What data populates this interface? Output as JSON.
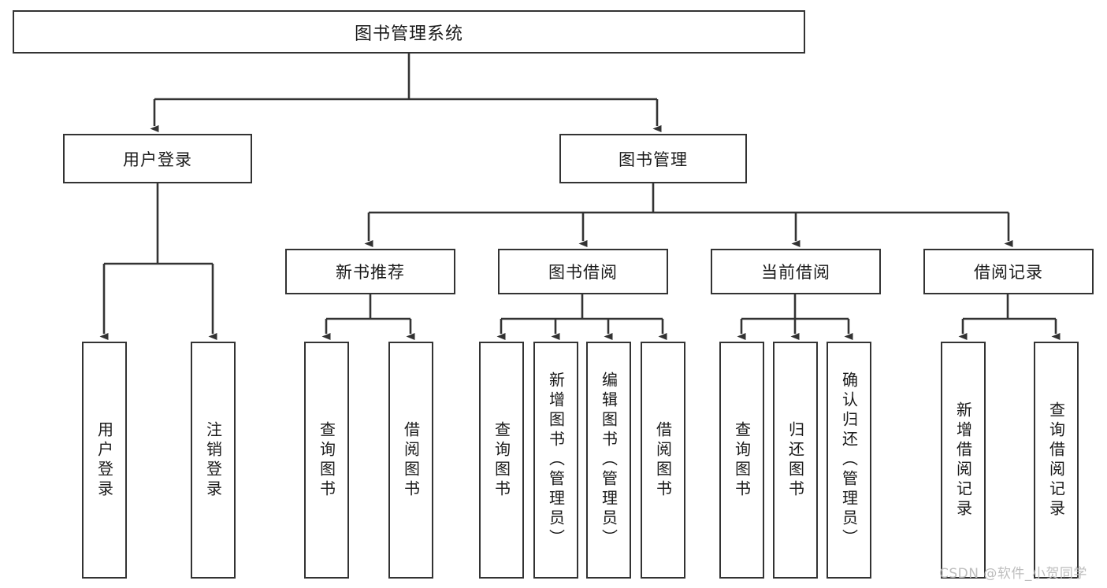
{
  "diagram": {
    "type": "tree",
    "title": "图书管理系统",
    "orientation": "top-down",
    "edge_color": "#333333",
    "box_border_color": "#333333",
    "box_fill_color": "#ffffff",
    "background_color": "#ffffff"
  },
  "nodes": {
    "root": {
      "label": "图书管理系统",
      "level": 1
    },
    "user_login": {
      "label": "用户登录",
      "level": 2
    },
    "book_manage": {
      "label": "图书管理",
      "level": 2
    },
    "new_book_rec": {
      "label": "新书推荐",
      "level": 3
    },
    "book_borrow": {
      "label": "图书借阅",
      "level": 3
    },
    "current_borrow": {
      "label": "当前借阅",
      "level": 3
    },
    "borrow_record": {
      "label": "借阅记录",
      "level": 3
    },
    "leaf_user_login": {
      "label": "用户登录",
      "level": 3
    },
    "leaf_logout": {
      "label": "注销登录",
      "level": 3
    },
    "leaf_query_book_a": {
      "label": "查询图书",
      "level": 4
    },
    "leaf_borrow_book_a": {
      "label": "借阅图书",
      "level": 4
    },
    "leaf_query_book_b": {
      "label": "查询图书",
      "level": 4
    },
    "leaf_add_book": {
      "label": "新增图书（管理员）",
      "level": 4
    },
    "leaf_edit_book": {
      "label": "编辑图书（管理员）",
      "level": 4
    },
    "leaf_borrow_book_b": {
      "label": "借阅图书",
      "level": 4
    },
    "leaf_query_book_c": {
      "label": "查询图书",
      "level": 4
    },
    "leaf_return_book": {
      "label": "归还图书",
      "level": 4
    },
    "leaf_confirm_return": {
      "label": "确认归还（管理员）",
      "level": 4
    },
    "leaf_add_record": {
      "label": "新增借阅记录",
      "level": 4
    },
    "leaf_query_record": {
      "label": "查询借阅记录",
      "level": 4
    }
  },
  "watermark": {
    "text": "CSDN @软件_小贺同学"
  }
}
